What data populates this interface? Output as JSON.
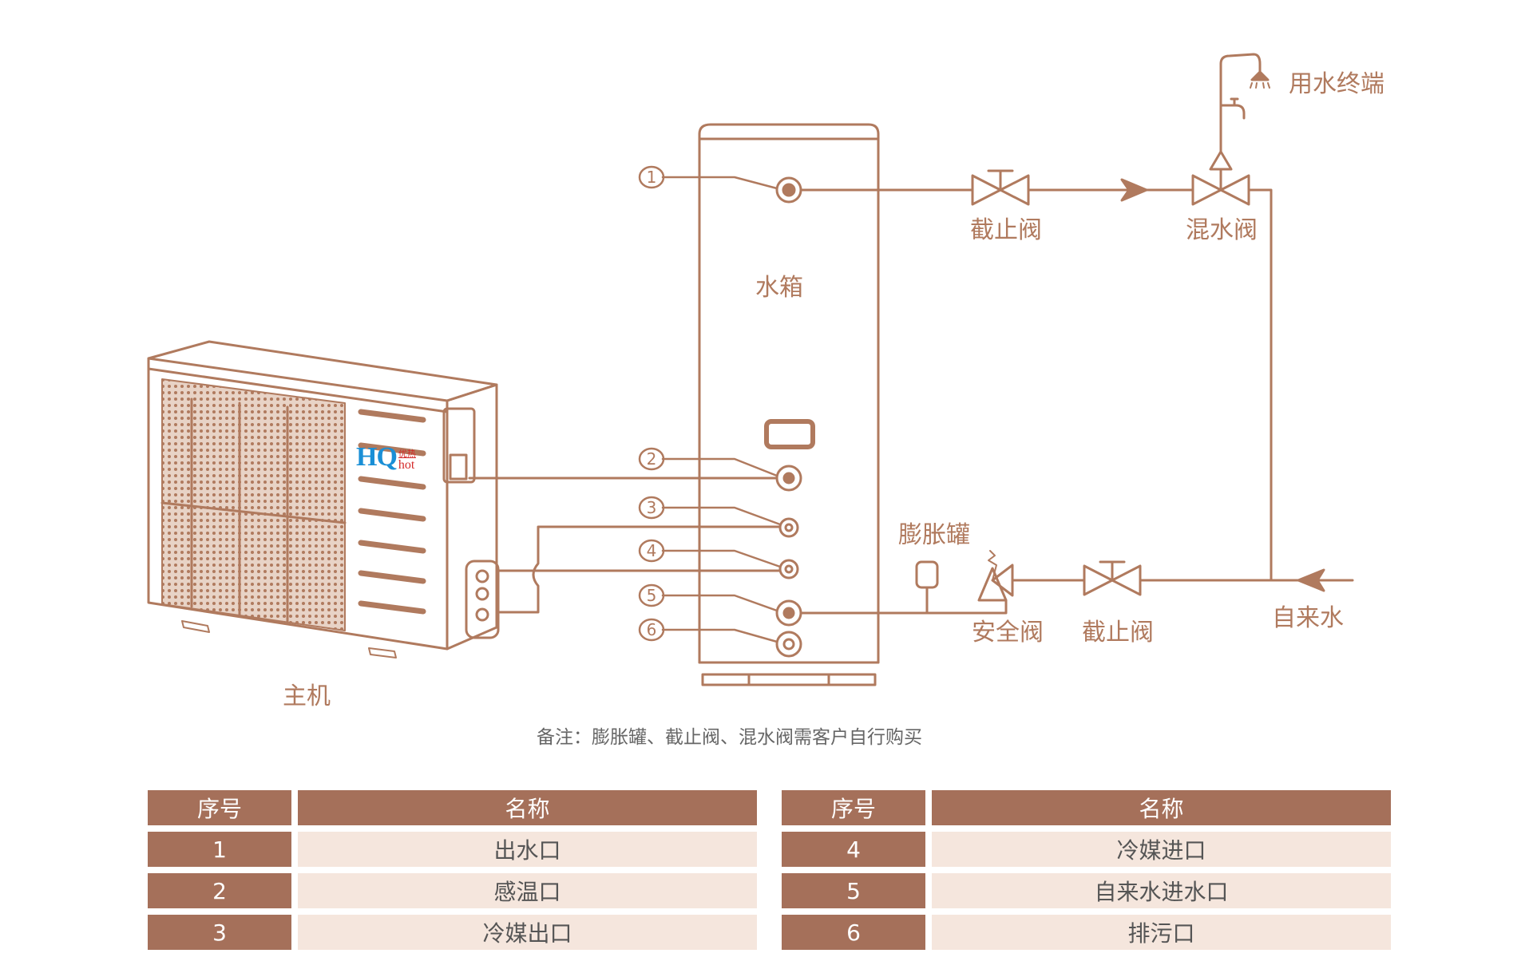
{
  "diagram": {
    "title": "热泵热水器安装示意图",
    "colors": {
      "line": "#b07a5e",
      "table_header": "#a5705a",
      "table_cell": "#f5e6dd",
      "note_text": "#666666",
      "logo_blue": "#1a8fd6",
      "logo_red": "#d42a2a"
    },
    "components": {
      "host_unit": "主机",
      "water_tank": "水箱",
      "expansion_tank": "膨胀罐",
      "safety_valve": "安全阀",
      "stop_valve_inlet": "截止阀",
      "stop_valve_outlet": "截止阀",
      "mixing_valve": "混水阀",
      "water_terminal": "用水终端",
      "tap_water": "自来水"
    },
    "callouts": [
      "1",
      "2",
      "3",
      "4",
      "5",
      "6"
    ],
    "logo": {
      "brand": "HQ",
      "chinese": "优热",
      "english": "hot"
    },
    "note": "备注：膨胀罐、截止阀、混水阀需客户自行购买"
  },
  "legend": {
    "headers": {
      "number": "序号",
      "name": "名称"
    },
    "left": [
      {
        "number": "1",
        "name": "出水口"
      },
      {
        "number": "2",
        "name": "感温口"
      },
      {
        "number": "3",
        "name": "冷媒出口"
      }
    ],
    "right": [
      {
        "number": "4",
        "name": "冷媒进口"
      },
      {
        "number": "5",
        "name": "自来水进水口"
      },
      {
        "number": "6",
        "name": "排污口"
      }
    ]
  }
}
